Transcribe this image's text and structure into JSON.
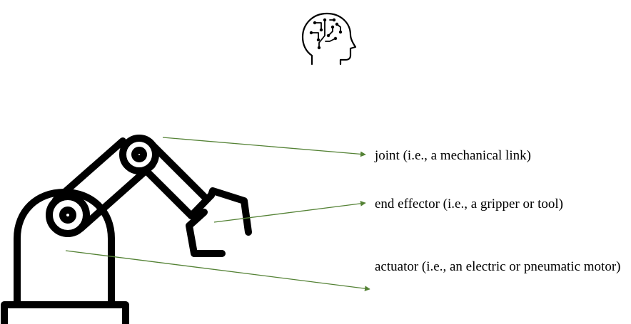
{
  "labels": {
    "joint": "joint (i.e., a mechanical link)",
    "end_effector": "end effector (i.e., a gripper or tool)",
    "actuator": "actuator (i.e., an electric or pneumatic motor)"
  },
  "colors": {
    "arrow": "#548235",
    "icon": "#000000",
    "background": "#ffffff"
  },
  "icons": {
    "brain": "ai-head-circuit-icon",
    "robot": "robotic-arm-icon"
  }
}
